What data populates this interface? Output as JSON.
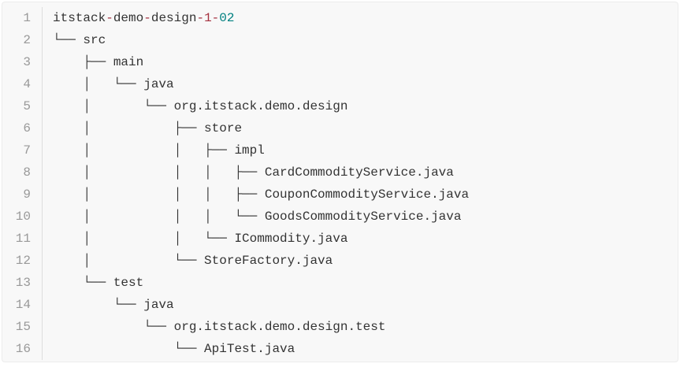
{
  "colors": {
    "page_bg": "#ffffff",
    "card_bg": "#f8f8f8",
    "card_border": "#ececec",
    "separator": "#dddddd",
    "line_number": "#999999",
    "text": "#333333",
    "red": "#a5313f",
    "teal": "#008080"
  },
  "code_block": {
    "lines": [
      {
        "number": "1",
        "tokens": [
          {
            "text": "itstack",
            "color": "plain"
          },
          {
            "text": "-",
            "color": "red"
          },
          {
            "text": "demo",
            "color": "plain"
          },
          {
            "text": "-",
            "color": "red"
          },
          {
            "text": "design",
            "color": "plain"
          },
          {
            "text": "-",
            "color": "red"
          },
          {
            "text": "1",
            "color": "red"
          },
          {
            "text": "-",
            "color": "red"
          },
          {
            "text": "02",
            "color": "teal"
          }
        ]
      },
      {
        "number": "2",
        "tokens": [
          {
            "text": "└── src",
            "color": "plain"
          }
        ]
      },
      {
        "number": "3",
        "tokens": [
          {
            "text": "    ├── main",
            "color": "plain"
          }
        ]
      },
      {
        "number": "4",
        "tokens": [
          {
            "text": "    │   └── java",
            "color": "plain"
          }
        ]
      },
      {
        "number": "5",
        "tokens": [
          {
            "text": "    │       └── org.itstack.demo.design",
            "color": "plain"
          }
        ]
      },
      {
        "number": "6",
        "tokens": [
          {
            "text": "    │           ├── store",
            "color": "plain"
          }
        ]
      },
      {
        "number": "7",
        "tokens": [
          {
            "text": "    │           │   ├── impl",
            "color": "plain"
          }
        ]
      },
      {
        "number": "8",
        "tokens": [
          {
            "text": "    │           │   │   ├── CardCommodityService.java",
            "color": "plain"
          }
        ]
      },
      {
        "number": "9",
        "tokens": [
          {
            "text": "    │           │   │   ├── CouponCommodityService.java",
            "color": "plain"
          }
        ]
      },
      {
        "number": "10",
        "tokens": [
          {
            "text": "    │           │   │   └── GoodsCommodityService.java",
            "color": "plain"
          }
        ]
      },
      {
        "number": "11",
        "tokens": [
          {
            "text": "    │           │   └── ICommodity.java",
            "color": "plain"
          }
        ]
      },
      {
        "number": "12",
        "tokens": [
          {
            "text": "    │           └── StoreFactory.java",
            "color": "plain"
          }
        ]
      },
      {
        "number": "13",
        "tokens": [
          {
            "text": "    └── test",
            "color": "plain"
          }
        ]
      },
      {
        "number": "14",
        "tokens": [
          {
            "text": "        └── java",
            "color": "plain"
          }
        ]
      },
      {
        "number": "15",
        "tokens": [
          {
            "text": "            └── org.itstack.demo.design.test",
            "color": "plain"
          }
        ]
      },
      {
        "number": "16",
        "tokens": [
          {
            "text": "                └── ApiTest.java",
            "color": "plain"
          }
        ]
      }
    ]
  }
}
